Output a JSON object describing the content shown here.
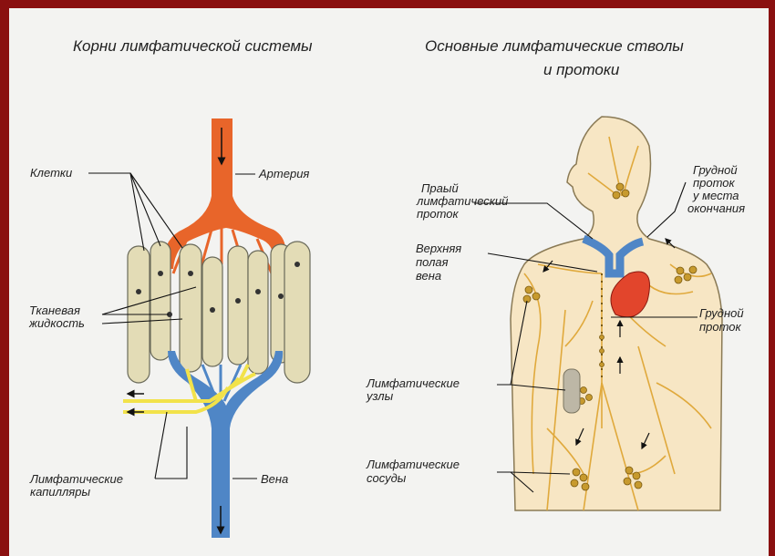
{
  "titles": {
    "left": "Корни лимфатической системы",
    "right_line1": "Основные лимфатические стволы",
    "right_line2": "и протоки"
  },
  "left_labels": {
    "cells": "Клетки",
    "artery": "Артерия",
    "tissue_fluid_1": "Тканевая",
    "tissue_fluid_2": "жидкость",
    "capillaries_1": "Лимфатические",
    "capillaries_2": "капилляры",
    "vein": "Вена"
  },
  "right_labels": {
    "right_duct_1": "Праый",
    "right_duct_2": "лимфатический",
    "right_duct_3": "проток",
    "svc_1": "Верхняя",
    "svc_2": "полая",
    "svc_3": "вена",
    "nodes_1": "Лимфатические",
    "nodes_2": "узлы",
    "vessels_1": "Лимфатические",
    "vessels_2": "сосуды",
    "thoracic_end_1": "Грудной",
    "thoracic_end_2": "проток",
    "thoracic_end_3": "у места",
    "thoracic_end_4": "окончания",
    "thoracic_1": "Грудной",
    "thoracic_2": "проток"
  },
  "colors": {
    "frame": "#8a1010",
    "background": "#f3f3f1",
    "artery": "#e8652a",
    "vein": "#4f86c6",
    "lymph": "#f2e24a",
    "cell": "#e3dcb6",
    "body_skin": "#f7e6c4",
    "lymph_vessel": "#e0a93c",
    "heart": "#e2452c"
  }
}
